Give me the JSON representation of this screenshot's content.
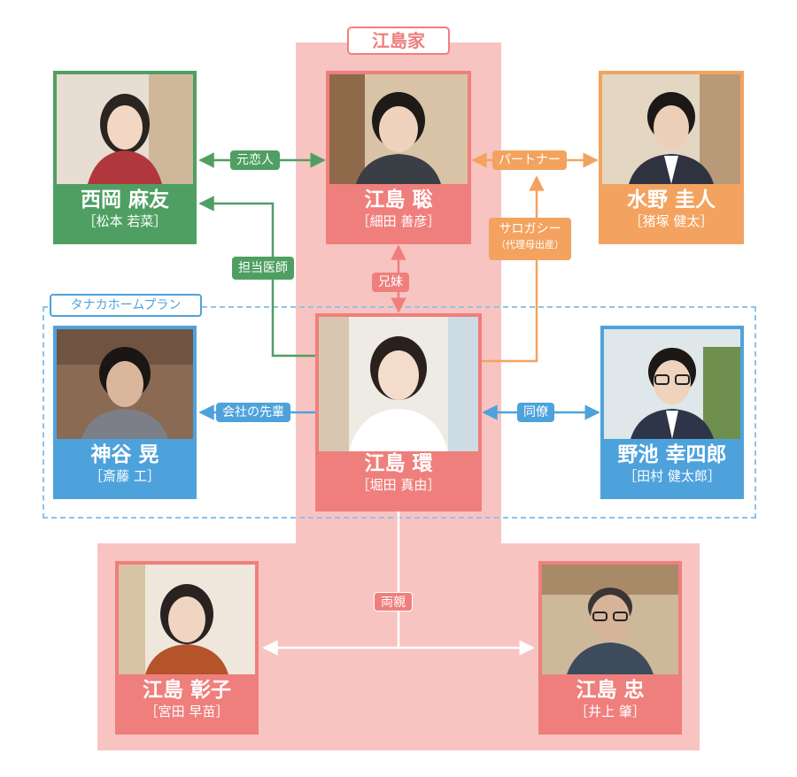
{
  "groups": {
    "family_label": "江島家",
    "company_label": "タナカホームプラン"
  },
  "characters": {
    "nishioka": {
      "name": "西岡 麻友",
      "actor": "［松本 若菜］"
    },
    "satoshi": {
      "name": "江島 聡",
      "actor": "［細田 善彦］"
    },
    "mizuno": {
      "name": "水野 圭人",
      "actor": "［猪塚 健太］"
    },
    "kamiya": {
      "name": "神谷 晃",
      "actor": "［斎藤 工］"
    },
    "tamaki": {
      "name": "江島 環",
      "actor": "［堀田 真由］"
    },
    "noike": {
      "name": "野池 幸四郎",
      "actor": "［田村 健太郎］"
    },
    "akiko": {
      "name": "江島 彰子",
      "actor": "［宮田 早苗］"
    },
    "tadashi": {
      "name": "江島 忠",
      "actor": "［井上 肇］"
    }
  },
  "relations": {
    "ex_lover": "元恋人",
    "partner": "パートナー",
    "doctor": "担当医師",
    "siblings": "兄妹",
    "surrogacy": "サロガシー",
    "surrogacy_sub": "（代理母出産）",
    "senior": "会社の先輩",
    "colleague": "同僚",
    "parents": "両親"
  },
  "colors": {
    "family_bg": "#f8c4c2",
    "pink": "#ef7f7c",
    "green": "#4f9f63",
    "orange": "#f3a35f",
    "blue": "#4ea2dc",
    "dashed": "#8fc3ea"
  }
}
